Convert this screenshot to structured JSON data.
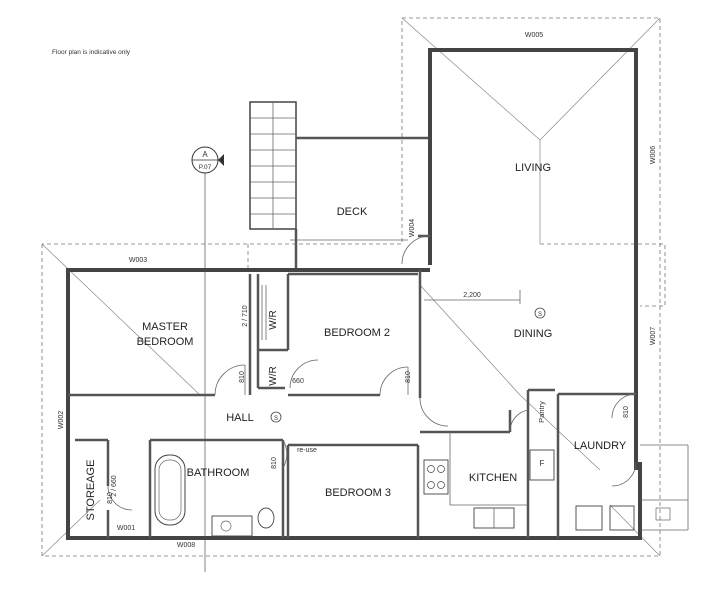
{
  "note": "Floor plan is indicative only",
  "section": {
    "letter": "A",
    "ref": "P.07"
  },
  "rooms": {
    "living": "LIVING",
    "deck": "DECK",
    "master_line1": "MASTER",
    "master_line2": "BEDROOM",
    "bedroom2": "BEDROOM 2",
    "bedroom3": "BEDROOM 3",
    "dining": "DINING",
    "hall": "HALL",
    "bathroom": "BATHROOM",
    "kitchen": "KITCHEN",
    "laundry": "LAUNDRY",
    "storeage": "STOREAGE",
    "wr_top": "W/R",
    "wr_bottom": "W/R",
    "pantry": "Pantry",
    "fridge": "F"
  },
  "windows": {
    "w001": "W001",
    "w002": "W002",
    "w003": "W003",
    "w004": "W004",
    "w005": "W005",
    "w006": "W006",
    "w007": "W007",
    "w008": "W008"
  },
  "dimensions": {
    "d2200": "2,200",
    "d2710": "2 / 710",
    "d2660": "2 / 660",
    "d810_master": "810",
    "d810_bed2": "810",
    "d810_bath": "810",
    "d810_store": "810",
    "d810_laundry": "810",
    "d660": "660",
    "reuse": "re-use"
  },
  "symbols": {
    "smoke": "S"
  }
}
